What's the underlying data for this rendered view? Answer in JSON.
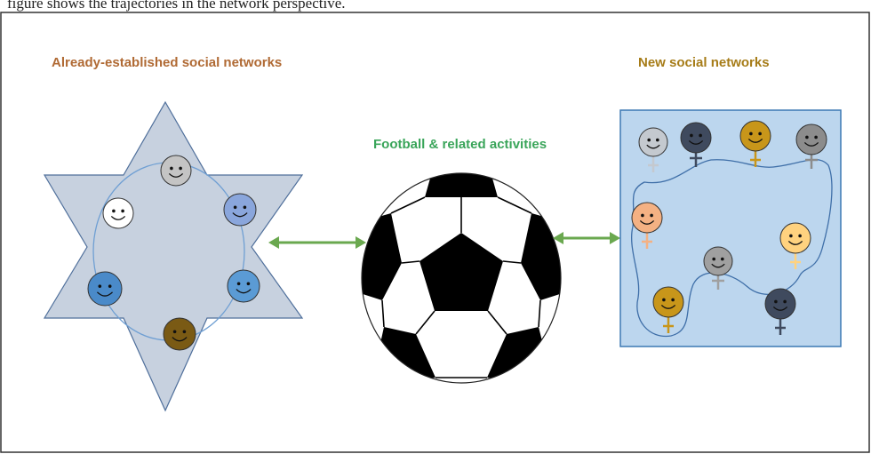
{
  "caption": "figure shows the trajectories in the network perspective.",
  "labels": {
    "left": "Already-established social networks",
    "center": "Football & related activities",
    "right": "New social networks"
  },
  "colors": {
    "left_label": "#b06a34",
    "center_label": "#3aa55a",
    "right_label": "#a67c18",
    "arrow": "#6aa84f",
    "panel_fill": "#bcd6ee",
    "panel_border": "#3c78b4",
    "star_fill": "#c7d1df",
    "star_border": "#4f6f9b"
  },
  "left_faces": [
    "#c4c4c4",
    "#ffffff",
    "#8aa6dc",
    "#5b9bd5",
    "#4a8ac9",
    "#7a5a14"
  ],
  "right_faces": [
    {
      "color": "#c4c9cf",
      "symbol": "female"
    },
    {
      "color": "#3f4a5e",
      "symbol": "male"
    },
    {
      "color": "#c8961a",
      "symbol": "female"
    },
    {
      "color": "#8c8c8c",
      "symbol": "male"
    },
    {
      "color": "#f4b183",
      "symbol": "female"
    },
    {
      "color": "#ffd27f",
      "symbol": "female"
    },
    {
      "color": "#a0a0a0",
      "symbol": "male"
    },
    {
      "color": "#c8961a",
      "symbol": "female"
    },
    {
      "color": "#3f4a5e",
      "symbol": "female"
    }
  ]
}
